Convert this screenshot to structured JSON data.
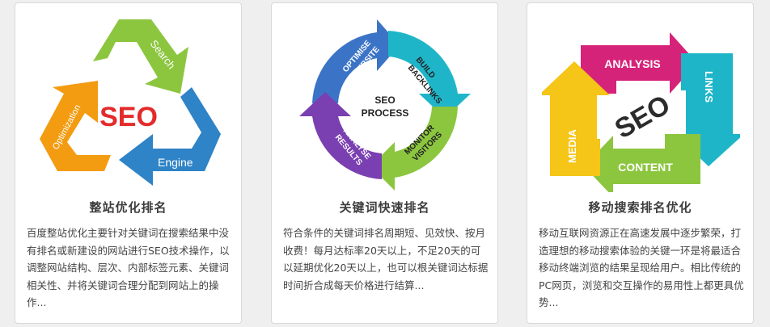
{
  "cards": [
    {
      "graphic": {
        "icon": "seo-recycle-cycle-icon",
        "center": "SEO",
        "arrow_labels": [
          "Search",
          "Engine",
          "Optimization"
        ]
      },
      "title": "整站优化排名",
      "description": "百度整站优化主要针对关键词在搜索结果中没有排名或新建设的网站进行SEO技术操作，以调整网站结构、层次、内部标签元素、关键词相关性、并将关键词合理分配到网站上的操作..."
    },
    {
      "graphic": {
        "icon": "seo-process-cycle-icon",
        "center_line1": "SEO",
        "center_line2": "PROCESS",
        "step_optimise": [
          "OPTIMISE",
          "WEBSITE"
        ],
        "step_build": [
          "BUILD",
          "BACKLINKS"
        ],
        "step_monitor": [
          "MONITOR",
          "VISITORS"
        ],
        "step_analyse": [
          "ANALYSE",
          "RESULTS"
        ]
      },
      "title": "关键词快速排名",
      "description": "符合条件的关键词排名周期短、见效快、按月收费！每月达标率20天以上，不足20天的可以延期优化20天以上，也可以根关键词达标据时间折合成每天价格进行结算..."
    },
    {
      "graphic": {
        "icon": "seo-square-arrows-icon",
        "center": "SEO",
        "labels": [
          "ANALYSIS",
          "LINKS",
          "CONTENT",
          "MEDIA"
        ]
      },
      "title": "移动搜索排名优化",
      "description": "移动互联网资源正在高速发展中逐步繁荣，打造理想的移动搜索体验的关键一环是将最适合移动终端浏览的结果呈现给用户。相比传统的PC网页，浏览和交互操作的易用性上都更具优势..."
    }
  ],
  "colors": {
    "green": "#8cc63f",
    "blue": "#2f83c7",
    "orange": "#f39c12",
    "red": "#e32b2b",
    "purple": "#7a3fb0",
    "teal": "#1fb5c9",
    "pink": "#d6237a",
    "yellow": "#f5c518"
  }
}
